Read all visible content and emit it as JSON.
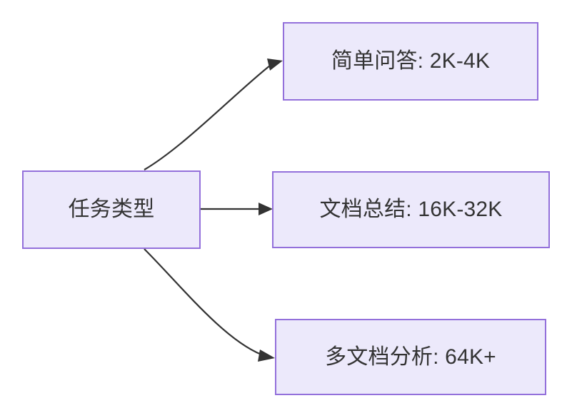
{
  "diagram": {
    "type": "flowchart",
    "direction": "left-to-right",
    "background_color": "#ffffff",
    "node_fill_color": "#ece9fb",
    "node_border_color": "#9370db",
    "text_color": "#333333",
    "edge_color": "#333333",
    "nodes": [
      {
        "id": "source",
        "label": "任务类型",
        "role": "root"
      },
      {
        "id": "simple-qa",
        "label": "简单问答: 2K-4K",
        "role": "leaf"
      },
      {
        "id": "doc-summary",
        "label": "文档总结: 16K-32K",
        "role": "leaf"
      },
      {
        "id": "multi-doc",
        "label": "多文档分析: 64K+",
        "role": "leaf"
      }
    ],
    "edges": [
      {
        "id": "edge-source-to-simple-qa",
        "from": "source",
        "to": "simple-qa",
        "label": "",
        "style": "curved",
        "arrow": "triangle"
      },
      {
        "id": "edge-source-to-doc-summary",
        "from": "source",
        "to": "doc-summary",
        "label": "",
        "style": "straight",
        "arrow": "triangle"
      },
      {
        "id": "edge-source-to-multi-doc",
        "from": "source",
        "to": "multi-doc",
        "label": "",
        "style": "curved",
        "arrow": "triangle"
      }
    ]
  }
}
